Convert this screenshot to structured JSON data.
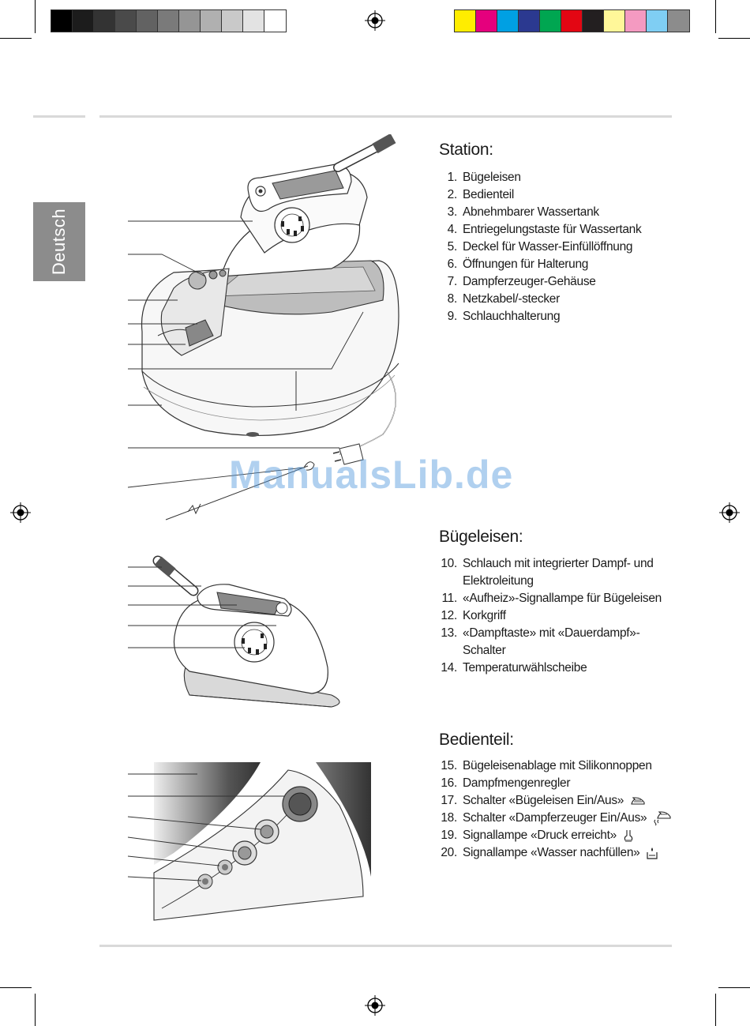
{
  "colors": {
    "grayscale": [
      "#000000",
      "#1c1c1c",
      "#333333",
      "#4a4a4a",
      "#626262",
      "#7a7a7a",
      "#959595",
      "#b0b0b0",
      "#c9c9c9",
      "#e3e3e3",
      "#ffffff"
    ],
    "process": [
      "#ffed00",
      "#e5007d",
      "#00a0e3",
      "#2b3990",
      "#00a651",
      "#e30613",
      "#231f20",
      "#fff799",
      "#f49ac1",
      "#7fcef3",
      "#8c8c8c"
    ],
    "tab_bg": "#8c8c8c"
  },
  "language_tab": "Deutsch",
  "watermark": "ManualsLib.de",
  "sections": [
    {
      "title": "Station:",
      "items": [
        {
          "n": "1.",
          "text": "Bügeleisen"
        },
        {
          "n": "2.",
          "text": "Bedienteil"
        },
        {
          "n": "3.",
          "text": "Abnehmbarer Wassertank"
        },
        {
          "n": "4.",
          "text": "Entriegelungstaste für Wassertank"
        },
        {
          "n": "5.",
          "text": "Deckel für Wasser-Einfüllöffnung"
        },
        {
          "n": "6.",
          "text": "Öffnungen für Halterung"
        },
        {
          "n": "7.",
          "text": "Dampferzeuger-Gehäuse"
        },
        {
          "n": "8.",
          "text": "Netzkabel/-stecker"
        },
        {
          "n": "9.",
          "text": "Schlauchhalterung"
        }
      ]
    },
    {
      "title": "Bügeleisen:",
      "items": [
        {
          "n": "10.",
          "text": "Schlauch mit integrierter Dampf- und",
          "text2": "Elektroleitung"
        },
        {
          "n": "11.",
          "text": "«Aufheiz»-Signallampe für Bügeleisen"
        },
        {
          "n": "12.",
          "text": "Korkgriff"
        },
        {
          "n": "13.",
          "text": "«Dampftaste» mit «Dauerdampf»-",
          "text2": "Schalter"
        },
        {
          "n": "14.",
          "text": "Temperaturwählscheibe"
        }
      ]
    },
    {
      "title": "Bedienteil:",
      "items": [
        {
          "n": "15.",
          "text": "Bügeleisenablage mit Silikonnoppen"
        },
        {
          "n": "16.",
          "text": "Dampfmengenregler"
        },
        {
          "n": "17.",
          "text": "Schalter «Bügeleisen Ein/Aus»",
          "icon": "iron-icon"
        },
        {
          "n": "18.",
          "text": "Schalter «Dampferzeuger Ein/Aus»",
          "icon": "steam-generator-icon"
        },
        {
          "n": "19.",
          "text": "Signallampe «Druck erreicht»",
          "icon": "pressure-icon"
        },
        {
          "n": "20.",
          "text": "Signallampe «Wasser nachfüllen»",
          "icon": "water-refill-icon"
        }
      ]
    }
  ]
}
